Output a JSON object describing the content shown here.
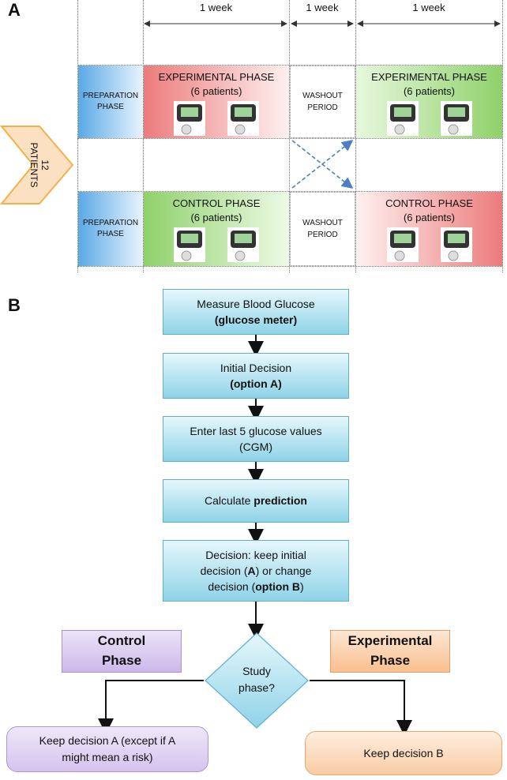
{
  "panel_a": {
    "letter": "A",
    "week_label_1": "1 week",
    "week_label_2": "1 week",
    "week_label_3": "1 week",
    "patients_count": "12",
    "patients_word": "PATIENTS",
    "top_row": {
      "prep_line1": "PREPARATION",
      "prep_line2": "PHASE",
      "phase1_title": "EXPERIMENTAL PHASE",
      "phase1_count": "(6 patients)",
      "wash_line1": "WASHOUT",
      "wash_line2": "PERIOD",
      "phase2_title": "EXPERIMENTAL PHASE",
      "phase2_count": "(6 patients)"
    },
    "bottom_row": {
      "prep_line1": "PREPARATION",
      "prep_line2": "PHASE",
      "phase1_title": "CONTROL PHASE",
      "phase1_count": "(6 patients)",
      "wash_line1": "WASHOUT",
      "wash_line2": "PERIOD",
      "phase2_title": "CONTROL PHASE",
      "phase2_count": "(6 patients)"
    }
  },
  "panel_b": {
    "letter": "B",
    "step1_line1": "Measure Blood Glucose",
    "step1_line2": "(glucose meter)",
    "step2_line1": "Initial Decision",
    "step2_line2": "(option  A)",
    "step3_line1": "Enter last 5 glucose values",
    "step3_line2": "(CGM)",
    "step4_prefix": "Calculate ",
    "step4_bold": "prediction",
    "step5_line1": "Decision:  keep initial",
    "step5_line2_pre": "decision (",
    "step5_line2_bold": "A",
    "step5_line2_post": ") or change",
    "step5_line3_pre": "decision (",
    "step5_line3_bold": "option  B",
    "step5_line3_post": ")",
    "decision_line1": "Study",
    "decision_line2": "phase?",
    "control_tag_line1": "Control",
    "control_tag_line2": "Phase",
    "experimental_tag_line1": "Experimental",
    "experimental_tag_line2": "Phase",
    "outcome_left_line1": "Keep decision A (except if A",
    "outcome_left_line2": "might mean a risk)",
    "outcome_right": "Keep decision B",
    "colors": {
      "flow_box": "#8fd3e8",
      "control_tag": "#d9c7ee",
      "experimental_tag": "#fbc9a0",
      "outcome_left": "#dccbf0",
      "outcome_right": "#fbd2ad"
    }
  }
}
